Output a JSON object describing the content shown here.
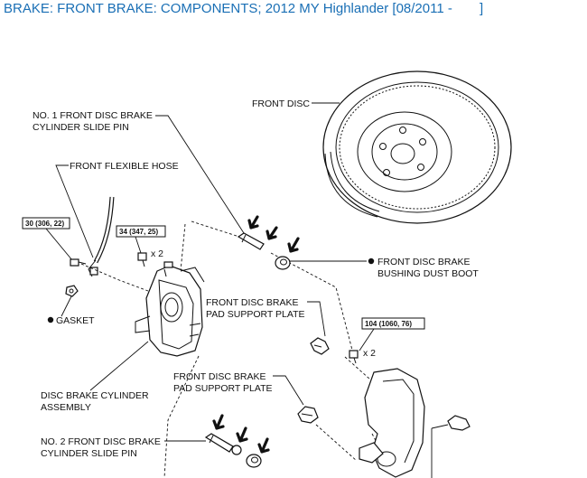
{
  "header": {
    "title": "BRAKE: FRONT BRAKE: COMPONENTS; 2012 MY Highlander [08/2011 -",
    "bracket": "]"
  },
  "labels": {
    "front_disc": "FRONT DISC",
    "slide_pin_1_l1": "NO. 1 FRONT DISC BRAKE",
    "slide_pin_1_l2": "CYLINDER SLIDE PIN",
    "flex_hose": "FRONT FLEXIBLE HOSE",
    "bushing_l1": "FRONT DISC BRAKE",
    "bushing_l2": "BUSHING DUST BOOT",
    "gasket": "GASKET",
    "pad_plate_a_l1": "FRONT DISC BRAKE",
    "pad_plate_a_l2": "PAD SUPPORT PLATE",
    "pad_plate_b_l1": "FRONT DISC BRAKE",
    "pad_plate_b_l2": "PAD SUPPORT PLATE",
    "cyl_asm_l1": "DISC BRAKE CYLINDER",
    "cyl_asm_l2": "ASSEMBLY",
    "slide_pin_2_l1": "NO. 2 FRONT DISC BRAKE",
    "slide_pin_2_l2": "CYLINDER SLIDE PIN"
  },
  "torques": {
    "t30": "30 (306, 22)",
    "t34": "34 (347, 25)",
    "t104": "104 (1060, 76)"
  },
  "quantities": {
    "q34": "x 2",
    "q104": "x 2"
  },
  "colors": {
    "title": "#1a6fb5",
    "line": "#111111"
  }
}
